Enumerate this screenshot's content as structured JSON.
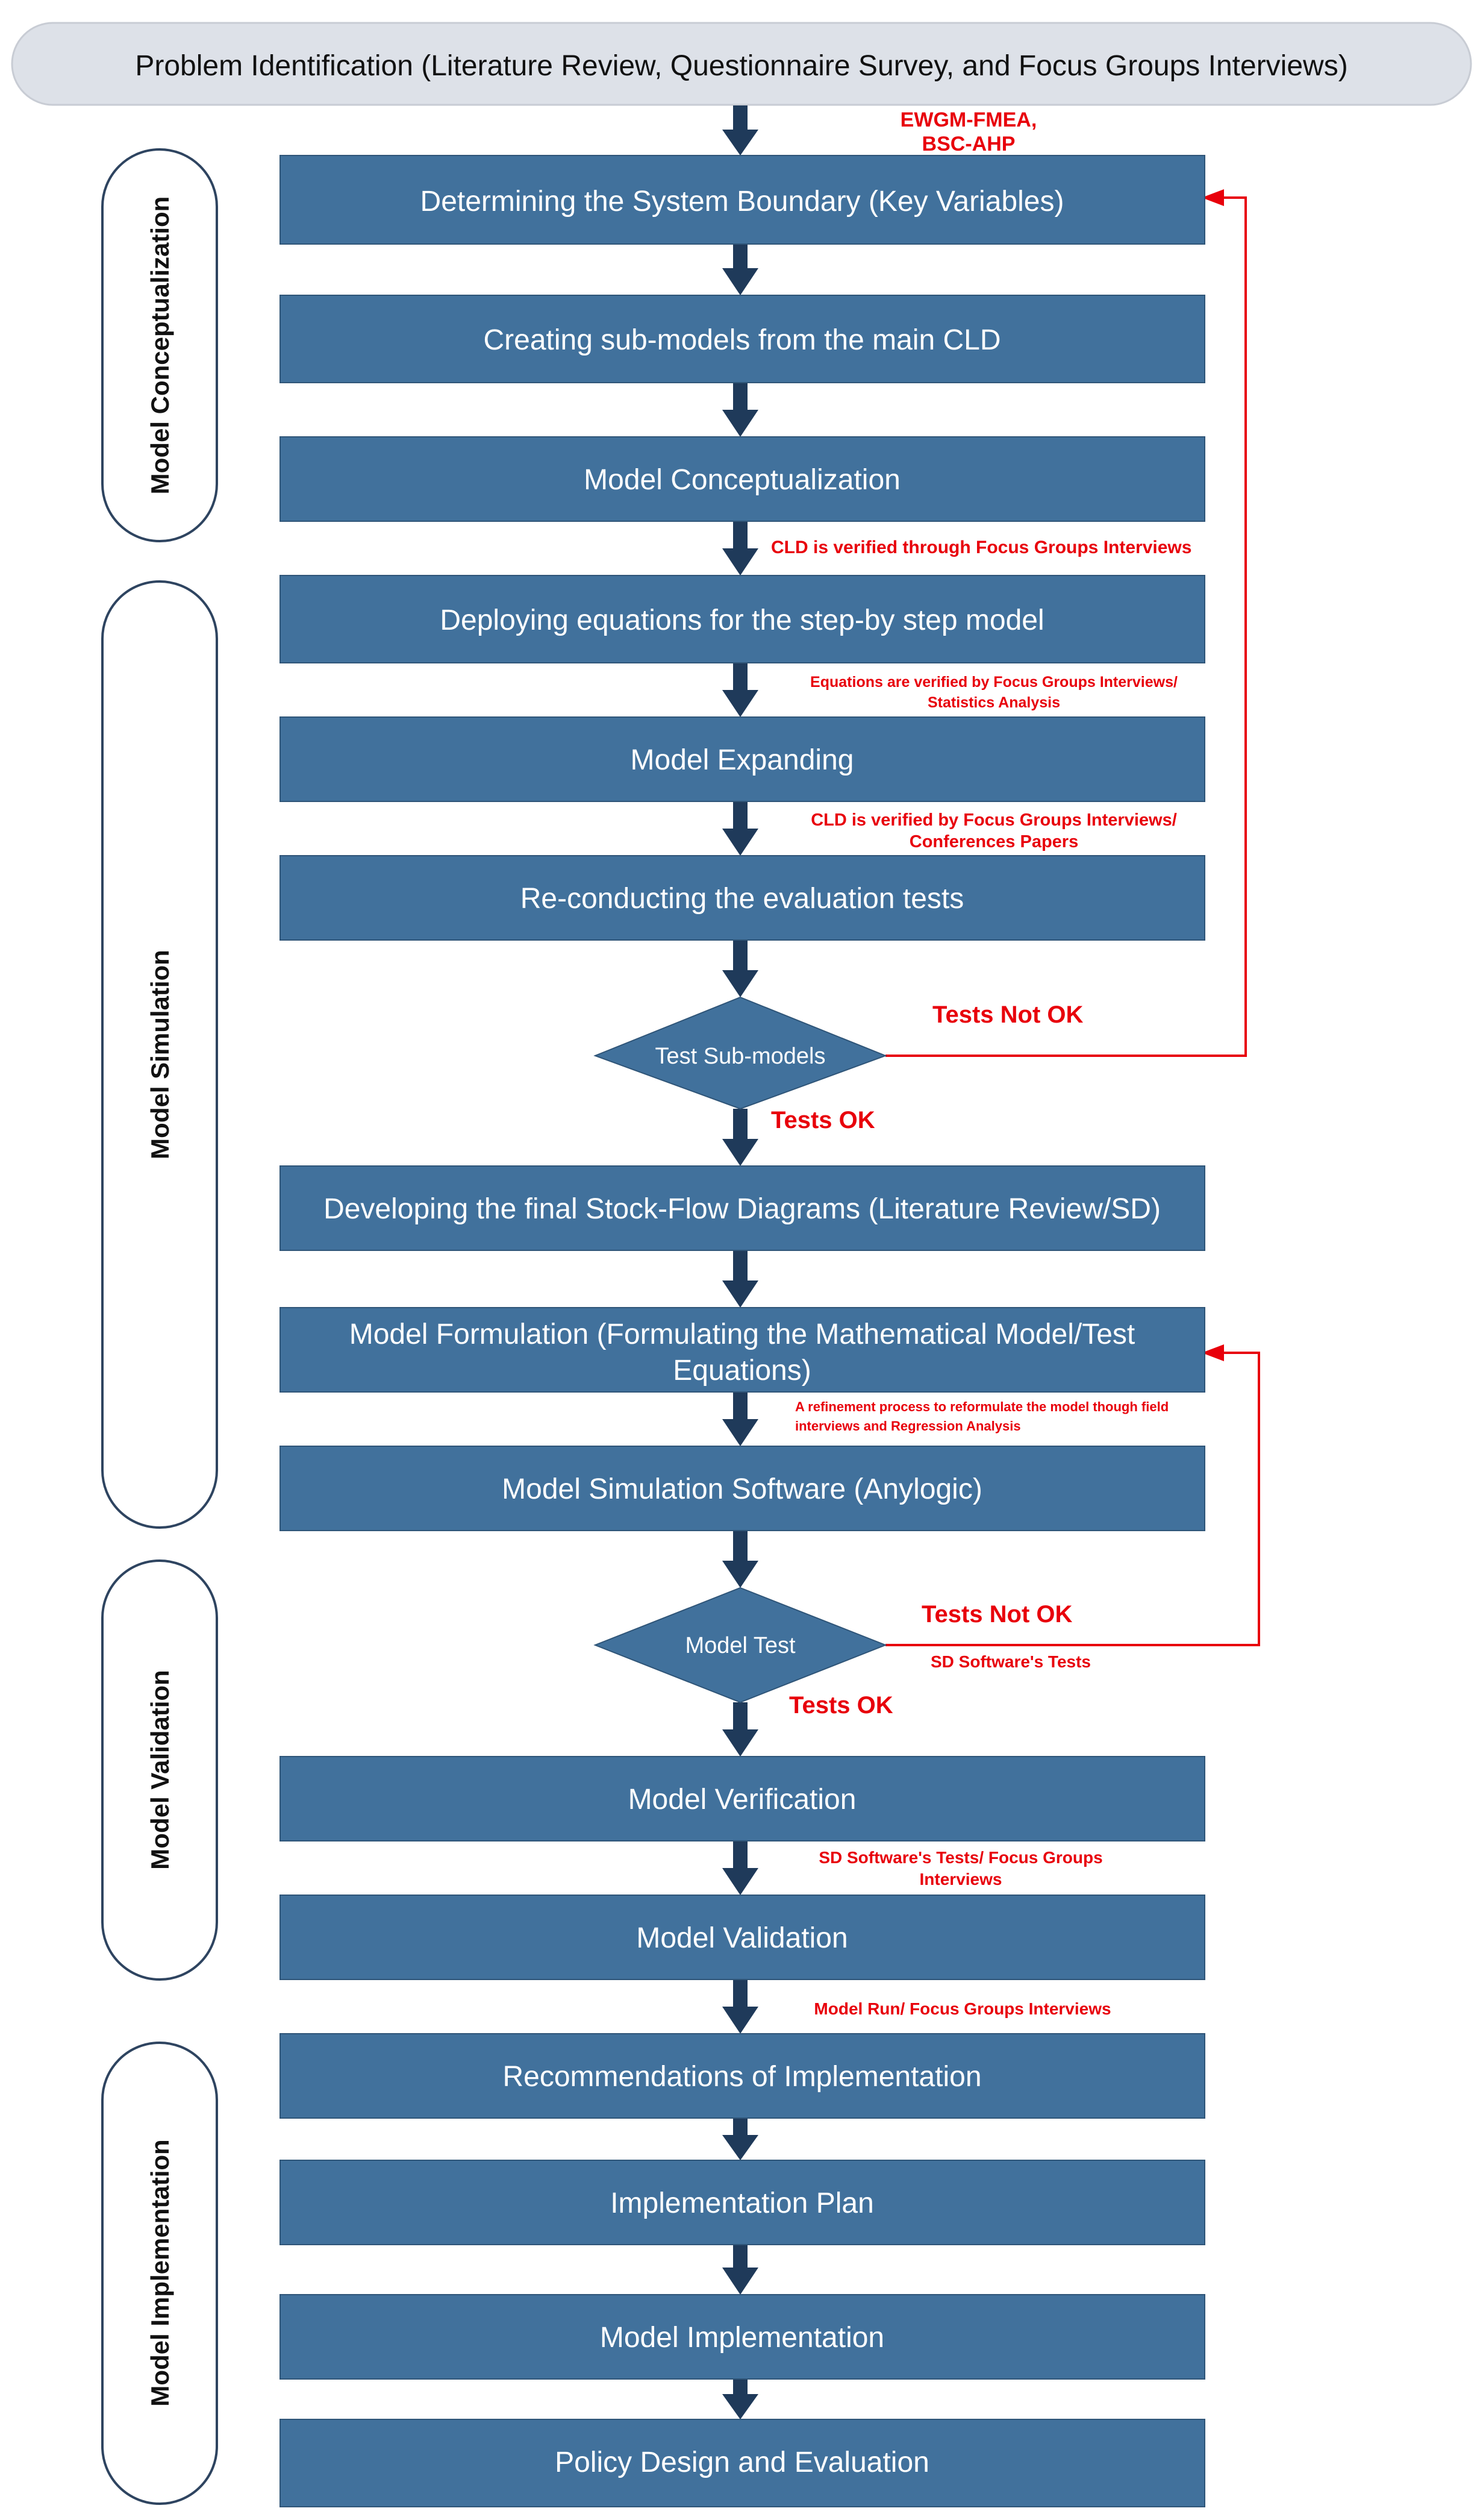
{
  "header": "Problem Identification (Literature Review, Questionnaire Survey, and Focus Groups Interviews)",
  "phases": [
    {
      "label": "Model Conceptualization"
    },
    {
      "label": "Model Simulation"
    },
    {
      "label": "Model Validation"
    },
    {
      "label": "Model Implementation"
    }
  ],
  "steps": [
    {
      "label": "Determining the System Boundary (Key Variables)"
    },
    {
      "label": "Creating sub-models from the main CLD"
    },
    {
      "label": "Model Conceptualization"
    },
    {
      "label": "Deploying equations for the step-by step model"
    },
    {
      "label": "Model Expanding"
    },
    {
      "label": "Re-conducting the evaluation tests"
    },
    {
      "label": "Developing the final Stock-Flow Diagrams (Literature Review/SD)"
    },
    {
      "label_line1": "Model Formulation (Formulating the Mathematical Model/Test",
      "label_line2": "Equations)"
    },
    {
      "label": "Model Simulation Software (Anylogic)"
    },
    {
      "label": "Model Verification"
    },
    {
      "label": "Model Validation"
    },
    {
      "label": "Recommendations of Implementation"
    },
    {
      "label": "Implementation Plan"
    },
    {
      "label": "Model Implementation"
    },
    {
      "label": "Policy Design and Evaluation"
    }
  ],
  "decisions": [
    {
      "label": "Test Sub-models",
      "fail_label": "Tests Not OK",
      "pass_label": "Tests OK"
    },
    {
      "label": "Model Test",
      "fail_label": "Tests Not OK",
      "pass_label": "Tests OK",
      "fail_note": "SD Software's Tests"
    }
  ],
  "notes": {
    "ewgm_line1": "EWGM-FMEA,",
    "ewgm_line2": "BSC-AHP",
    "cld_verified": "CLD is verified through Focus Groups Interviews",
    "equations_line1": "Equations are verified by Focus Groups Interviews/",
    "equations_line2": "Statistics Analysis",
    "cld_conf_line1": "CLD is verified by Focus Groups Interviews/",
    "cld_conf_line2": "Conferences Papers",
    "refine_line1": "A refinement process to reformulate the model though field",
    "refine_line2": "interviews and Regression Analysis",
    "verif_line1": "SD Software's Tests/ Focus Groups",
    "verif_line2": "Interviews",
    "model_run": "Model Run/ Focus Groups Interviews"
  },
  "colors": {
    "box_fill": "#41719c",
    "note_red": "#e8000b",
    "arrow": "#1f3a5a",
    "header_fill": "#dde1e8"
  }
}
